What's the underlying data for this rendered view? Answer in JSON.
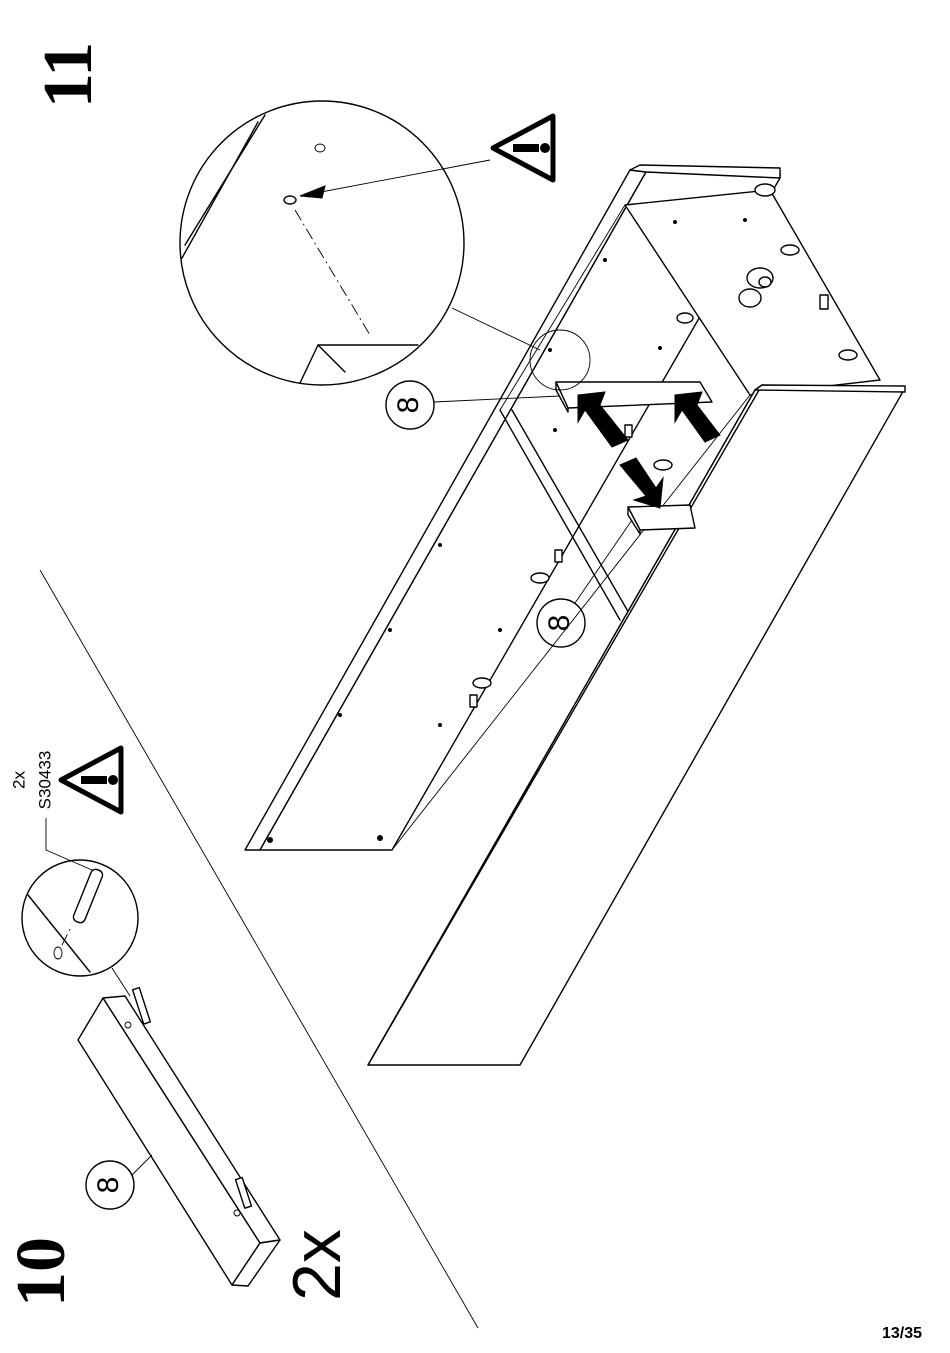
{
  "steps": {
    "step10": {
      "number": "10",
      "quantity": "2x",
      "part_label": "8"
    },
    "step11": {
      "number": "11",
      "part_label_1": "8",
      "part_label_2": "8"
    }
  },
  "hardware": {
    "quantity": "2x",
    "code": "S30433"
  },
  "page_number": "13/35",
  "icons": {
    "warning": "warning-icon",
    "dowel": "dowel-icon"
  }
}
